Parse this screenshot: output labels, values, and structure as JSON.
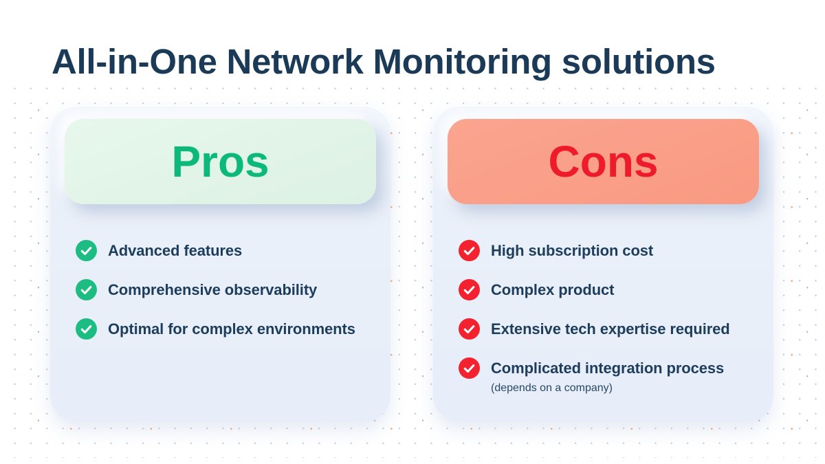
{
  "title": "All-in-One Network Monitoring solutions",
  "pros": {
    "header": "Pros",
    "items": [
      {
        "text": "Advanced features"
      },
      {
        "text": "Comprehensive observability"
      },
      {
        "text": "Optimal for complex environments"
      }
    ]
  },
  "cons": {
    "header": "Cons",
    "items": [
      {
        "text": "High subscription cost"
      },
      {
        "text": "Complex product"
      },
      {
        "text": "Extensive tech expertise required"
      },
      {
        "text": "Complicated integration process",
        "note": "(depends on a company)"
      }
    ]
  },
  "icons": {
    "pros_bullet": "check-circle-icon (green)",
    "cons_bullet": "check-circle-icon (red)"
  },
  "colors": {
    "title_text": "#1b3a58",
    "list_text": "#1d3d5c",
    "card_bg": "#eaf0f9",
    "pros_header_bg": "#ddf1e4",
    "pros_header_text": "#0cb87c",
    "cons_header_bg": "#f99a82",
    "cons_header_text": "#ee1b2a",
    "check_green": "#1dbc82",
    "check_red": "#f4212e",
    "dot_blue": "#bfd3ec",
    "dot_gray": "#aab3c2",
    "dot_orange": "#f3a573"
  }
}
